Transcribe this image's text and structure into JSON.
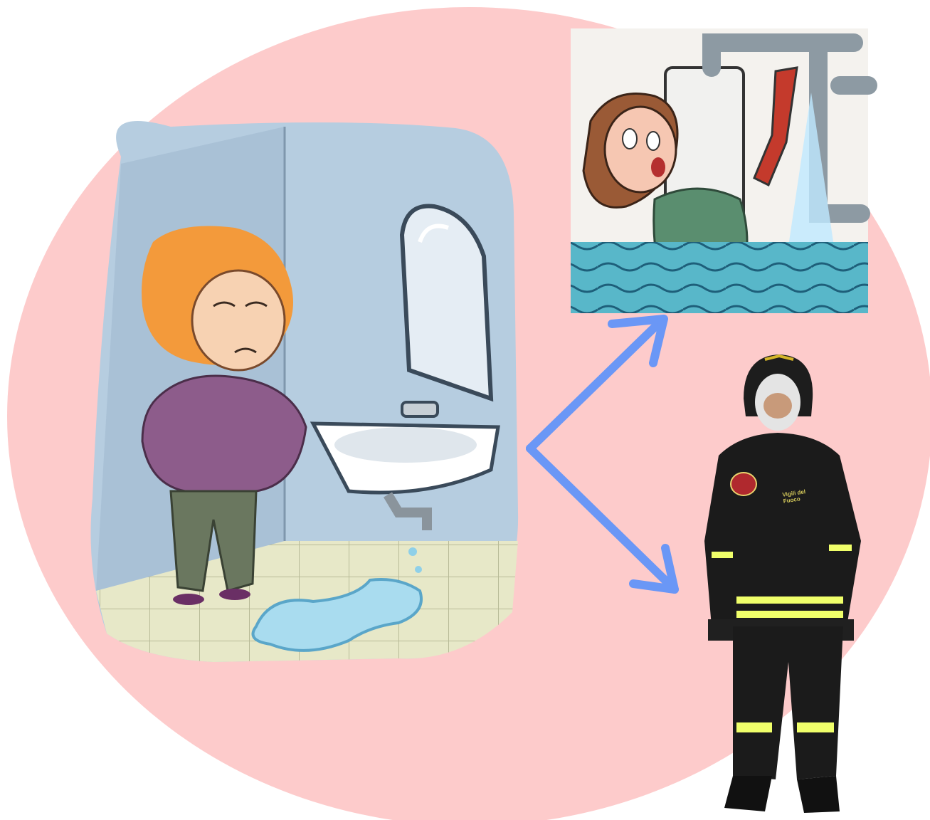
{
  "scene": {
    "background_color": "#ffffff",
    "circle_color": "#fdcbcb",
    "arrow_color": "#6a97f6"
  },
  "panels": {
    "left": {
      "name": "leaking-sink-scene"
    },
    "top_right": {
      "name": "woman-fixing-pipe-scene"
    },
    "bottom_right": {
      "name": "firefighter-figure"
    }
  },
  "badges": {
    "uniform_patch_text": "Vigili del Fuoco"
  },
  "icons": {
    "arrow_up": "arrow-up-right-icon",
    "arrow_down": "arrow-down-right-icon"
  }
}
